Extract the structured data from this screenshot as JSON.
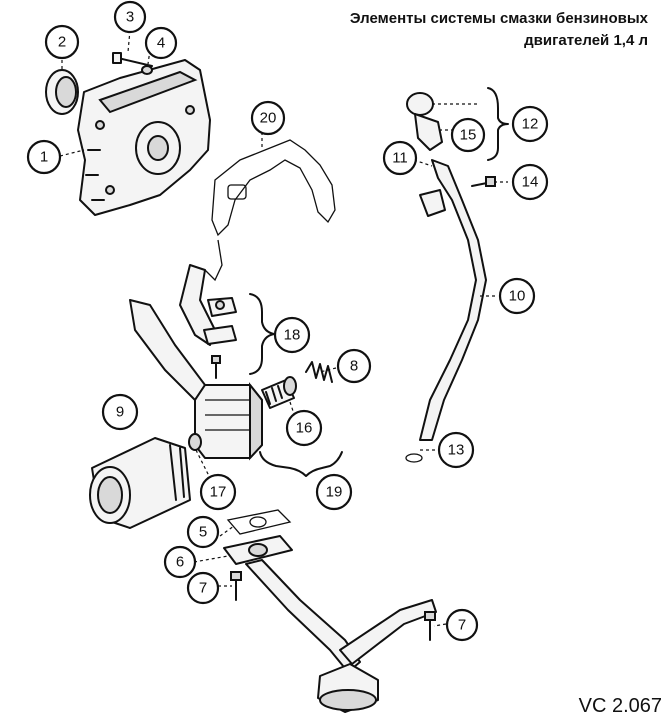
{
  "title": {
    "line1": "Элементы системы смазки бензиновых",
    "line2": "двигателей 1,4 л"
  },
  "figure_code": "VC 2.067",
  "callouts": [
    {
      "label": "1"
    },
    {
      "label": "2"
    },
    {
      "label": "3"
    },
    {
      "label": "4"
    },
    {
      "label": "5"
    },
    {
      "label": "6"
    },
    {
      "label": "7"
    },
    {
      "label": "7"
    },
    {
      "label": "8"
    },
    {
      "label": "9"
    },
    {
      "label": "10"
    },
    {
      "label": "11"
    },
    {
      "label": "12"
    },
    {
      "label": "13"
    },
    {
      "label": "14"
    },
    {
      "label": "15"
    },
    {
      "label": "16"
    },
    {
      "label": "17"
    },
    {
      "label": "18"
    },
    {
      "label": "19"
    },
    {
      "label": "20"
    }
  ]
}
